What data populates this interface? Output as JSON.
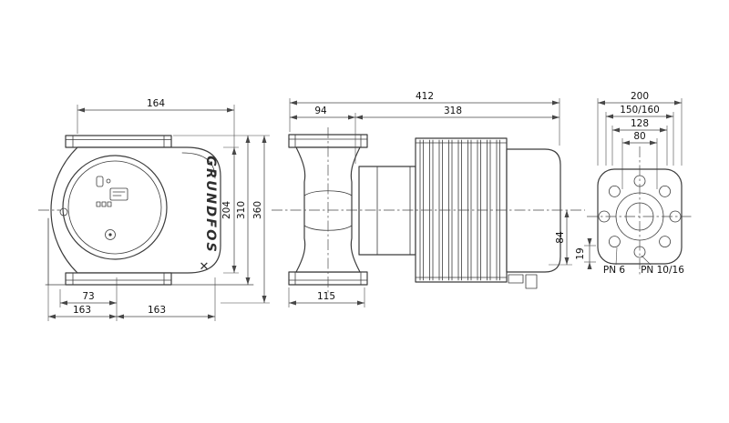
{
  "drawing": {
    "brand": "GRUNDFOS",
    "icons": {
      "x_mark": "✕"
    },
    "front_view": {
      "dim_width": "164",
      "dim_height_total": "360",
      "dim_height_310": "310",
      "dim_height_204": "204",
      "dim_73": "73",
      "dim_163_left": "163",
      "dim_163_right": "163"
    },
    "side_view": {
      "dim_length_total": "412",
      "dim_94": "94",
      "dim_318": "318",
      "dim_115": "115",
      "dim_84": "84"
    },
    "flange_view": {
      "dim_200": "200",
      "dim_150_160": "150/160",
      "dim_128": "128",
      "dim_80": "80",
      "dim_19": "19",
      "label_pn6": "PN 6",
      "label_pn10_16": "PN 10/16"
    }
  }
}
